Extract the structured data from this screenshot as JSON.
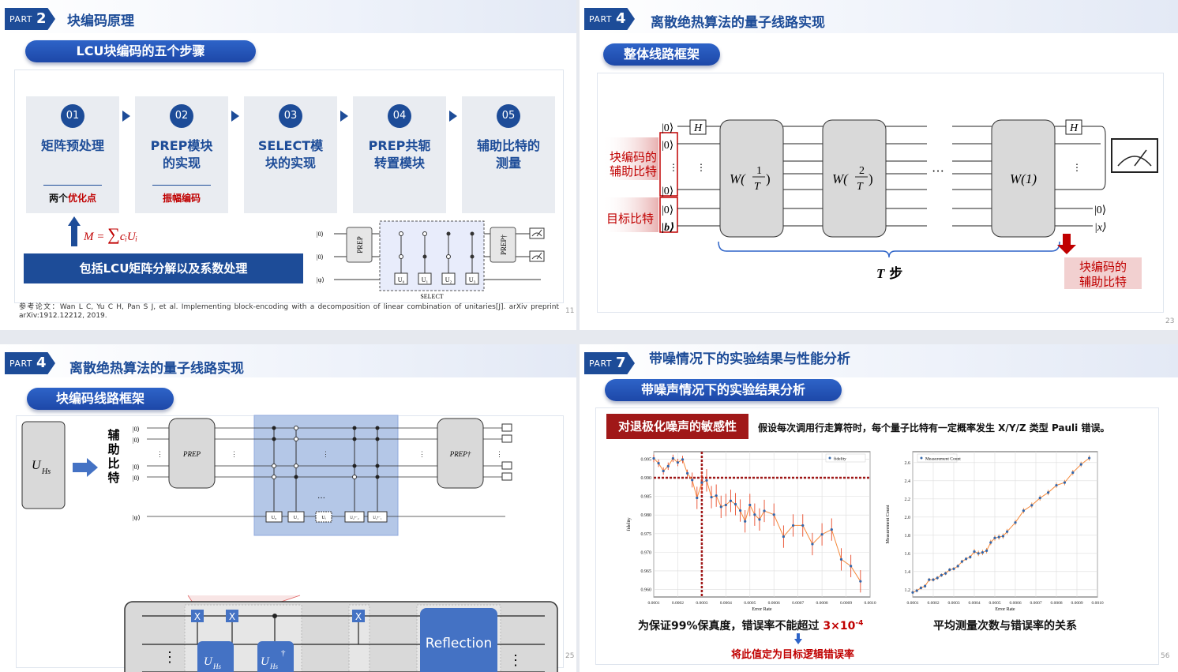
{
  "slide1": {
    "part_label": "PART",
    "part_num": "2",
    "title": "块编码原理",
    "pill": "LCU块编码的五个步骤",
    "steps": [
      {
        "num": "01",
        "line1": "矩阵预处理",
        "line2": "",
        "sub_a": "两个",
        "sub_b": "优化点"
      },
      {
        "num": "02",
        "line1": "PREP模块",
        "line2": "的实现",
        "sub_a": "",
        "sub_b": "振幅编码"
      },
      {
        "num": "03",
        "line1": "SELECT模",
        "line2": "块的实现",
        "sub_a": "",
        "sub_b": ""
      },
      {
        "num": "04",
        "line1": "PREP共轭",
        "line2": "转置模块",
        "sub_a": "",
        "sub_b": ""
      },
      {
        "num": "05",
        "line1": "辅助比特的",
        "line2": "测量",
        "sub_a": "",
        "sub_b": ""
      }
    ],
    "formula_lhs": "M = ",
    "formula_sum": "∑",
    "formula_rhs": "cᵢUᵢ",
    "bar_text": "包括LCU矩阵分解以及系数处理",
    "circuit": {
      "kets": [
        "|0⟩",
        "|0⟩",
        "|ψ⟩"
      ],
      "prep": "PREP",
      "prep_dag": "PREP†",
      "u_labels": [
        "U₀",
        "U₁",
        "U₂",
        "U₃"
      ],
      "select": "SELECT"
    },
    "reference": "参考论文：Wan L C, Yu C H, Pan S J, et al. Implementing block-encoding with a decomposition of linear combination of unitaries[J]. arXiv preprint arXiv:1912.12212, 2019.",
    "page": "11"
  },
  "slide2": {
    "part_label": "PART",
    "part_num": "4",
    "title": "离散绝热算法的量子线路实现",
    "pill": "整体线路框架",
    "label_anc_l1": "块编码的",
    "label_anc_l2": "辅助比特",
    "label_target": "目标比特",
    "kets_left": [
      "|0⟩",
      "|0⟩",
      "⋮",
      "|0⟩",
      "|0⟩",
      "|b⟩"
    ],
    "h_gate": "H",
    "w_blocks": [
      {
        "pre": "W(",
        "num": "1",
        "den": "T",
        "post": ")"
      },
      {
        "pre": "W(",
        "num": "2",
        "den": "T",
        "post": ")"
      },
      {
        "pre": "W(1)",
        "num": "",
        "den": "",
        "post": ""
      }
    ],
    "dots": "···",
    "vdots": "⋮",
    "kets_right": [
      "|0⟩",
      "|x⟩"
    ],
    "t_steps_var": "T",
    "t_steps_word": " 步",
    "label_anc_r1": "块编码的",
    "label_anc_r2": "辅助比特",
    "page": "23"
  },
  "slide3": {
    "part_label": "PART",
    "part_num": "4",
    "title": "离散绝热算法的量子线路实现",
    "pill": "块编码线路框架",
    "uhs_main": "U",
    "uhs_sub": "Hs",
    "vertical_label": [
      "辅",
      "助",
      "比",
      "特"
    ],
    "kets": [
      "|0⟩",
      "|0⟩",
      "|0⟩",
      "|0⟩",
      "|ψ⟩"
    ],
    "prep": "PREP",
    "prep_dag": "PREP†",
    "u_small": [
      "U₀",
      "U₁",
      "Uᵢ",
      "U₂ⁿ⁻₂",
      "U₂ⁿ⁻₁"
    ],
    "dots": "···",
    "x_gate": "X",
    "zoom_u1": "U",
    "zoom_u1_sub": "Hs",
    "zoom_u2": "U",
    "zoom_u2_sub": "Hs",
    "dagger": "†",
    "reflection": "Reflection",
    "page": "25"
  },
  "slide4": {
    "part_label": "PART",
    "part_num": "7",
    "title": "带噪情况下的实验结果与性能分析",
    "pill": "带噪声情况下的实验结果分析",
    "tag": "对退极化噪声的敏感性",
    "assumption": "假设每次调用行走算符时，每个量子比特有一定概率发生 X/Y/Z 类型 Pauli 错误。",
    "caption_left_a": "为保证99%保真度，错误率不能超过 ",
    "caption_left_b": "3×10",
    "caption_left_exp": "-4",
    "caption_left_note": "将此值定为目标逻辑错误率",
    "caption_right": "平均测量次数与错误率的关系",
    "page": "56"
  },
  "chart_data": [
    {
      "type": "line",
      "title": "",
      "xlabel": "Error Rate",
      "ylabel": "fidelity",
      "legend": "fidelity",
      "legend_position": "top-right",
      "xlim": [
        0.0001,
        0.001
      ],
      "ylim": [
        0.958,
        0.997
      ],
      "xticks": [
        "0.0001",
        "0.0002",
        "0.0003",
        "0.0004",
        "0.0005",
        "0.0006",
        "0.0007",
        "0.0008",
        "0.0009",
        "0.0010"
      ],
      "yticks": [
        "0.960",
        "0.965",
        "0.970",
        "0.975",
        "0.980",
        "0.985",
        "0.990",
        "0.995"
      ],
      "grid": true,
      "color": "#f58a3d",
      "marker_color": "#3366aa",
      "threshold_x": 0.0003,
      "threshold_y": 0.99,
      "threshold_color": "#a01818",
      "x": [
        0.0001,
        0.00012,
        0.00014,
        0.00016,
        0.00018,
        0.0002,
        0.00022,
        0.00024,
        0.00026,
        0.00028,
        0.0003,
        0.00032,
        0.00034,
        0.00036,
        0.00038,
        0.0004,
        0.00042,
        0.00044,
        0.00046,
        0.00048,
        0.0005,
        0.00052,
        0.00054,
        0.00056,
        0.0006,
        0.00064,
        0.00068,
        0.00072,
        0.00076,
        0.0008,
        0.00084,
        0.00088,
        0.00092,
        0.00096
      ],
      "values": [
        0.9952,
        0.9939,
        0.9918,
        0.9931,
        0.9952,
        0.9941,
        0.9949,
        0.9912,
        0.9894,
        0.9846,
        0.9887,
        0.9893,
        0.9848,
        0.9852,
        0.9822,
        0.9827,
        0.9838,
        0.9829,
        0.9812,
        0.9783,
        0.9827,
        0.9801,
        0.9788,
        0.9811,
        0.9801,
        0.9742,
        0.9772,
        0.9772,
        0.9722,
        0.9748,
        0.9761,
        0.9681,
        0.9663,
        0.9622
      ],
      "errors": [
        0.001,
        0.001,
        0.001,
        0.001,
        0.001,
        0.001,
        0.001,
        0.001,
        0.002,
        0.003,
        0.003,
        0.003,
        0.003,
        0.003,
        0.003,
        0.003,
        0.003,
        0.003,
        0.003,
        0.003,
        0.003,
        0.003,
        0.003,
        0.003,
        0.003,
        0.003,
        0.003,
        0.003,
        0.003,
        0.003,
        0.003,
        0.003,
        0.003,
        0.003
      ]
    },
    {
      "type": "line",
      "title": "",
      "xlabel": "Error Rate",
      "ylabel": "Measurement Count",
      "legend": "Measurement Count",
      "legend_position": "top-left",
      "xlim": [
        0.0001,
        0.001
      ],
      "ylim": [
        1.12,
        2.72
      ],
      "xticks": [
        "0.0001",
        "0.0002",
        "0.0003",
        "0.0004",
        "0.0005",
        "0.0006",
        "0.0007",
        "0.0008",
        "0.0009",
        "0.0010"
      ],
      "yticks": [
        "1.2",
        "1.4",
        "1.6",
        "1.8",
        "2.0",
        "2.2",
        "2.4",
        "2.6"
      ],
      "grid": true,
      "color": "#f58a3d",
      "marker_color": "#3366aa",
      "x": [
        0.0001,
        0.00012,
        0.00014,
        0.00016,
        0.00018,
        0.0002,
        0.00022,
        0.00024,
        0.00026,
        0.00028,
        0.0003,
        0.00032,
        0.00034,
        0.00036,
        0.00038,
        0.0004,
        0.00042,
        0.00044,
        0.00046,
        0.00048,
        0.0005,
        0.00052,
        0.00054,
        0.00056,
        0.0006,
        0.00064,
        0.00068,
        0.00072,
        0.00076,
        0.0008,
        0.00084,
        0.00088,
        0.00092,
        0.00096
      ],
      "values": [
        1.17,
        1.19,
        1.22,
        1.24,
        1.31,
        1.31,
        1.33,
        1.36,
        1.38,
        1.42,
        1.43,
        1.46,
        1.51,
        1.54,
        1.56,
        1.62,
        1.6,
        1.61,
        1.63,
        1.72,
        1.77,
        1.78,
        1.79,
        1.84,
        1.94,
        2.07,
        2.13,
        2.21,
        2.27,
        2.35,
        2.38,
        2.49,
        2.58,
        2.65
      ],
      "errors": [
        0.02,
        0.02,
        0.02,
        0.02,
        0.02,
        0.02,
        0.02,
        0.02,
        0.02,
        0.02,
        0.02,
        0.02,
        0.02,
        0.02,
        0.02,
        0.03,
        0.03,
        0.03,
        0.03,
        0.03,
        0.03,
        0.03,
        0.03,
        0.03,
        0.03,
        0.03,
        0.03,
        0.03,
        0.03,
        0.03,
        0.03,
        0.03,
        0.03,
        0.03
      ]
    }
  ]
}
